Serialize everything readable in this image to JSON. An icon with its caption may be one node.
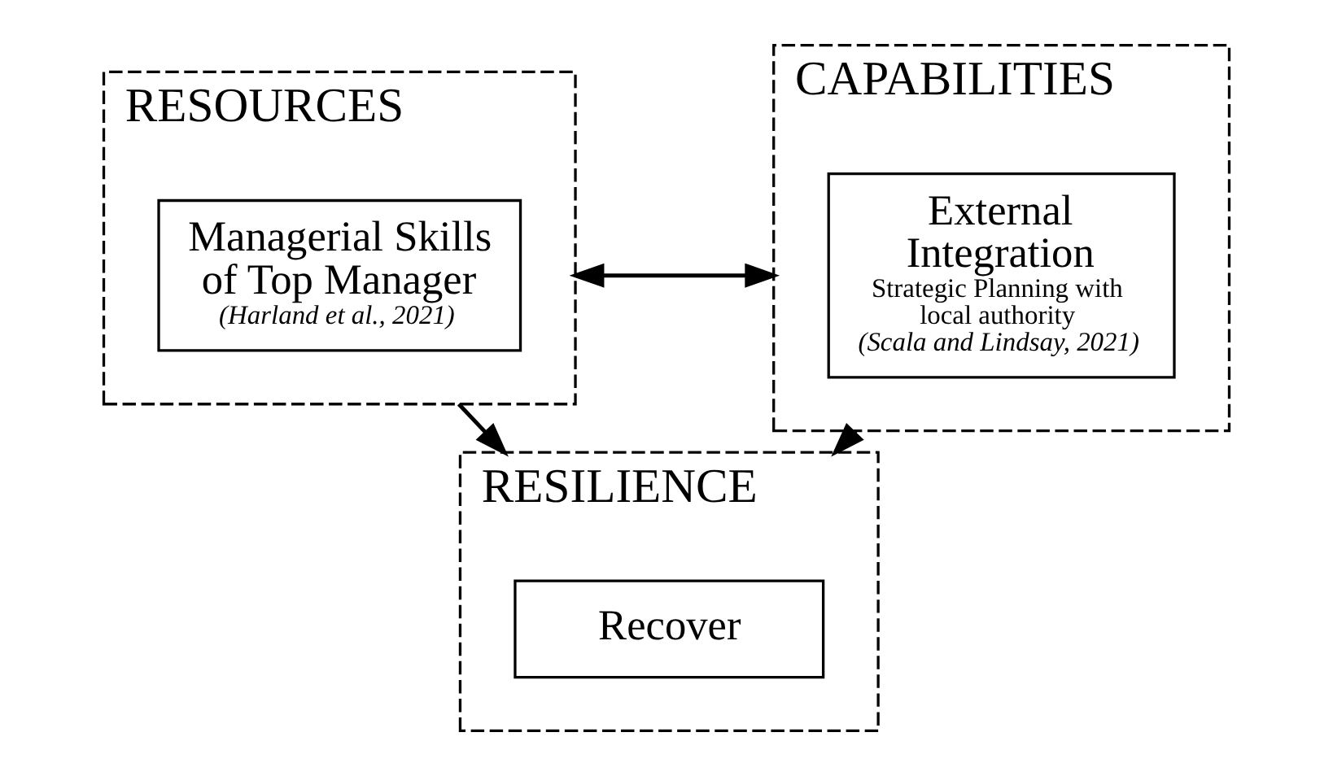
{
  "diagram": {
    "nodes": [
      {
        "text": [
          "RESILIENCE"
        ]
      },
      {
        "text": [
          "Recover"
        ],
        "in": 0
      },
      {
        "text": [
          "RESOURCES"
        ]
      },
      {
        "text": [
          "Managerial Skills of Top Manager",
          "(Harland et al., 2021)"
        ],
        "in": 2
      },
      {
        "text": [
          "CAPABILITIES"
        ]
      },
      {
        "text": [
          "External Integration",
          "Strategic Planning with local authority",
          "(Scala and Lindsay, 2021)"
        ],
        "in": 4
      }
    ],
    "edges": [
      {
        "from": 2,
        "to": 0,
        "arrow": "to"
      },
      {
        "from": 4,
        "to": 0,
        "arrow": "to"
      },
      {
        "from": 2,
        "to": 4,
        "arrow": "both"
      }
    ]
  }
}
